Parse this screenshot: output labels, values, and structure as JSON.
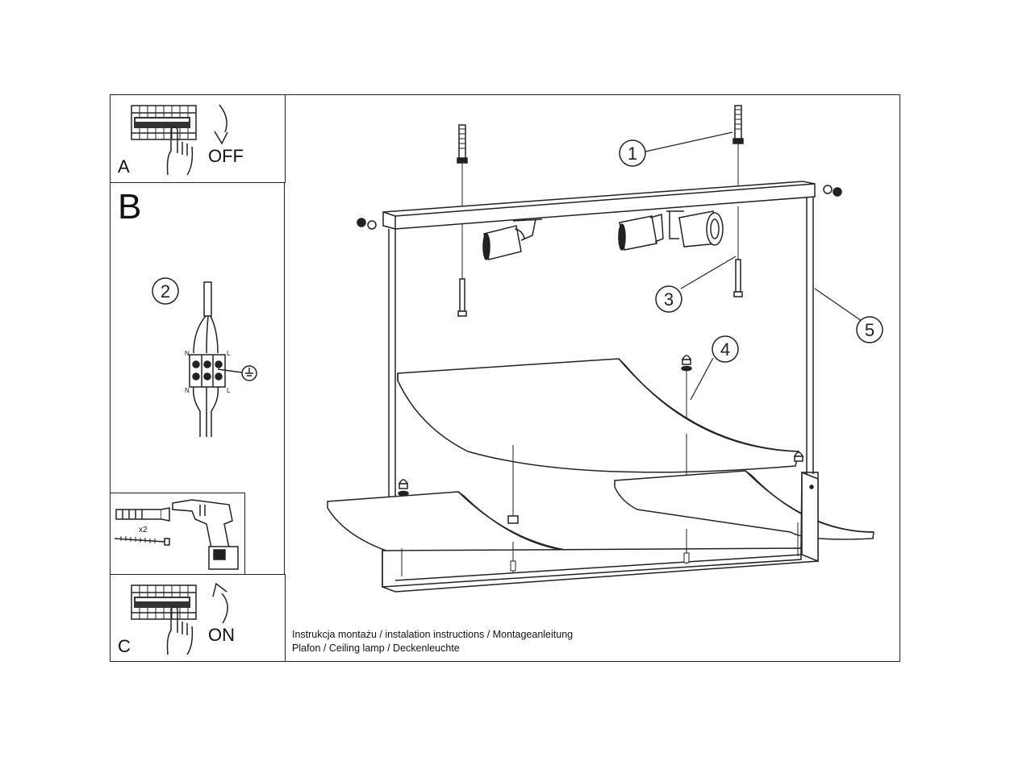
{
  "panels": {
    "a": {
      "letter": "A",
      "action": "OFF"
    },
    "b": {
      "letter": "B"
    },
    "c": {
      "letter": "C",
      "action": "ON"
    }
  },
  "tools": {
    "multiplier": "x2"
  },
  "wiring": {
    "terminal_top": [
      "N",
      "",
      "L"
    ],
    "terminal_bottom": [
      "N",
      "",
      "L"
    ]
  },
  "callouts": [
    "1",
    "2",
    "3",
    "4",
    "5"
  ],
  "caption": {
    "line1": "Instrukcja montażu / instalation instructions / Montageanleitung",
    "line2": "Plafon / Ceiling lamp / Deckenleuchte"
  }
}
